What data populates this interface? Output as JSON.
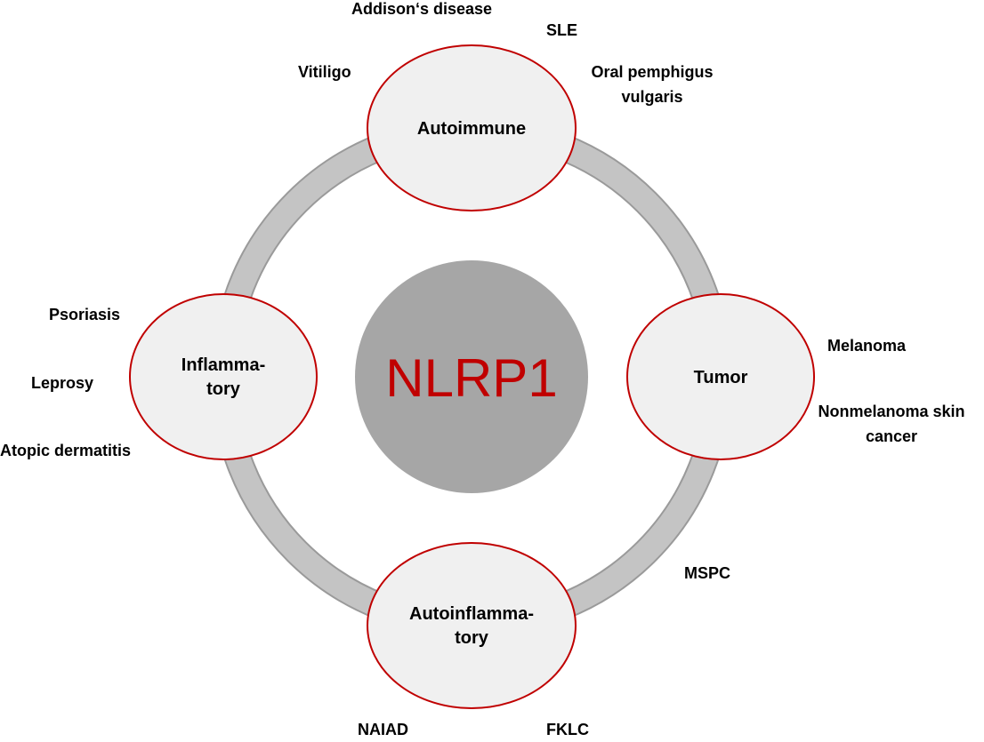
{
  "center": {
    "label": "NLRP1",
    "color": "#c00000",
    "fill": "#a6a6a6"
  },
  "colors": {
    "ring_stroke": "#9a9a9a",
    "ring_fill": "#c4c4c4",
    "node_fill": "#f0f0f0",
    "node_border": "#c00000"
  },
  "categories": {
    "autoimmune": {
      "label": "Autoimmune"
    },
    "tumor": {
      "label": "Tumor"
    },
    "autoinflammatory": {
      "label_line1": "Autoinflamma-",
      "label_line2": "tory"
    },
    "inflammatory": {
      "label_line1": "Inflamma-",
      "label_line2": "tory"
    }
  },
  "diseases": {
    "addisons": "Addison‘s disease",
    "sle": "SLE",
    "vitiligo": "Vitiligo",
    "oral_pemphigus_line1": "Oral pemphigus",
    "oral_pemphigus_line2": "vulgaris",
    "melanoma": "Melanoma",
    "nonmelanoma_line1": "Nonmelanoma skin",
    "nonmelanoma_line2": "cancer",
    "mspc": "MSPC",
    "naiad": "NAIAD",
    "fklc": "FKLC",
    "psoriasis": "Psoriasis",
    "leprosy": "Leprosy",
    "atopic_dermatitis": "Atopic dermatitis"
  }
}
